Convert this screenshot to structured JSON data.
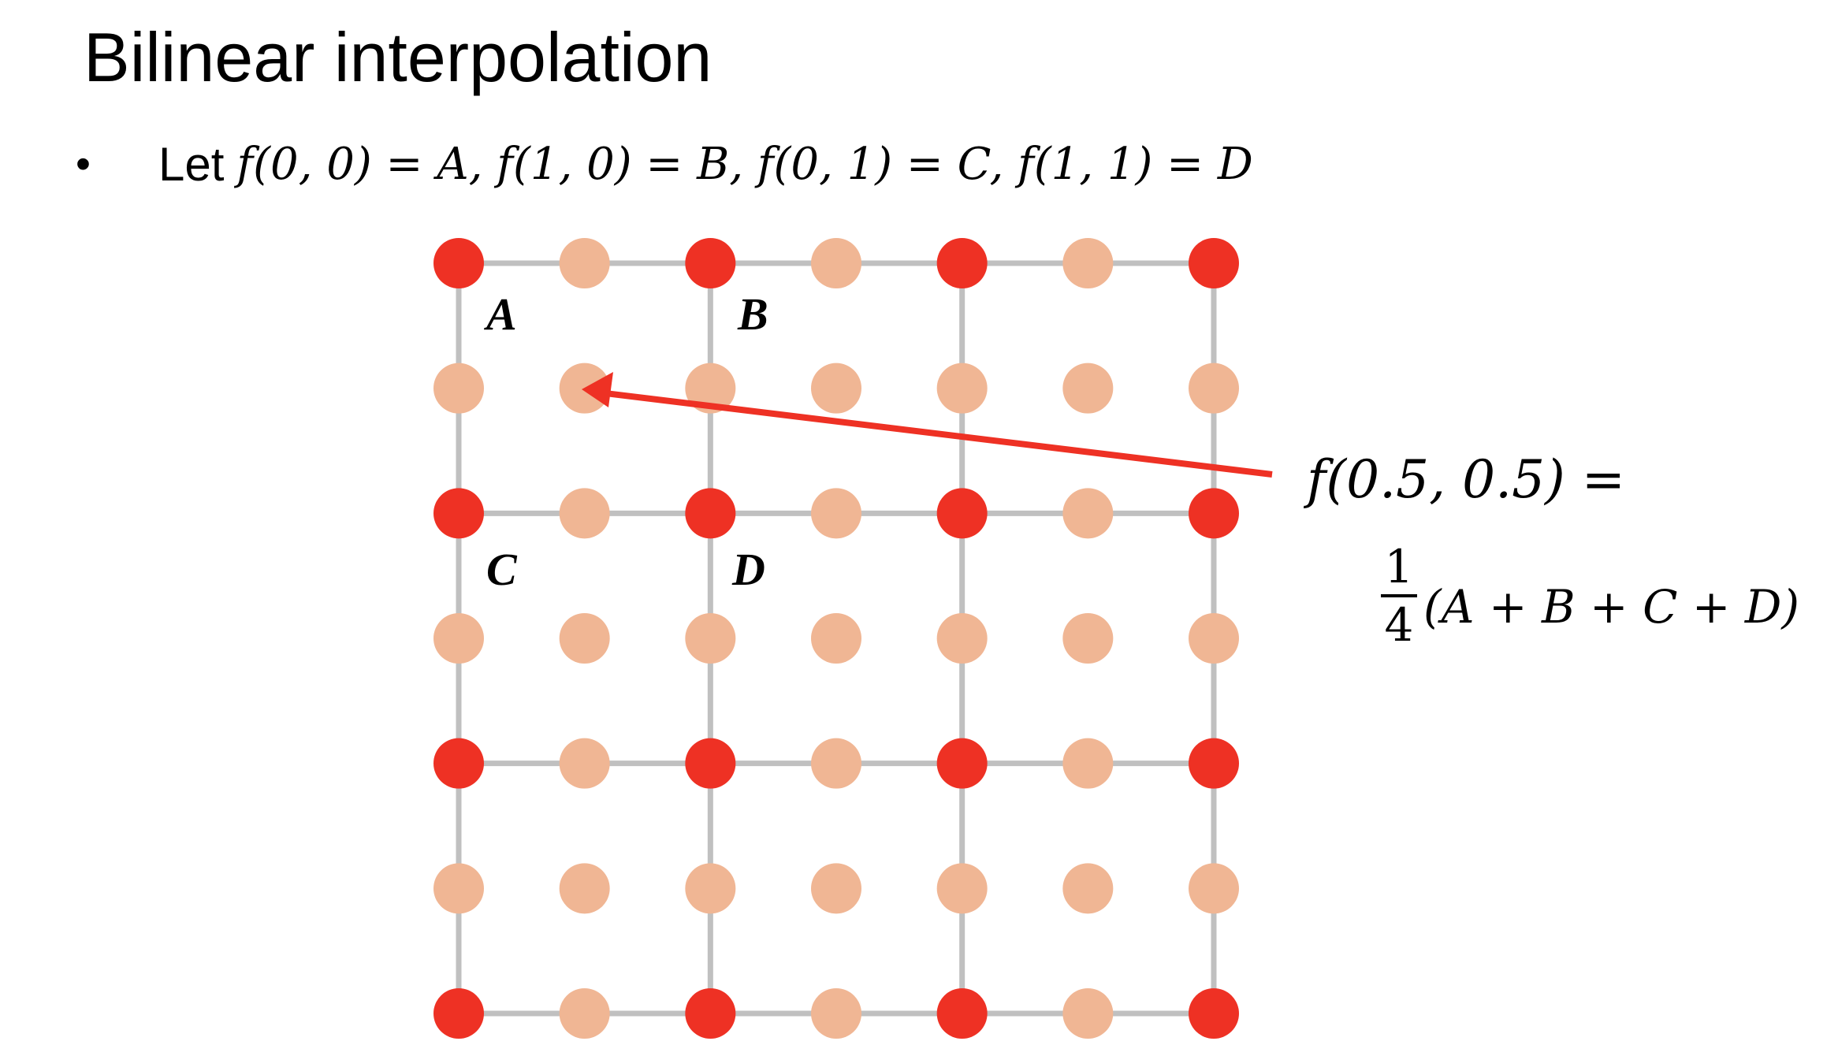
{
  "title": "Bilinear interpolation",
  "bullet": {
    "marker": "•",
    "lead": "Let",
    "math": "f(0, 0) = A, f(1, 0) = B, f(0, 1) = C, f(1, 1) = D"
  },
  "diagram": {
    "cell_labels": [
      "A",
      "B",
      "C",
      "D"
    ],
    "grid_cells": 3,
    "sample_points_per_axis": 7,
    "colors": {
      "grid_line": "#c0c0c0",
      "known_sample": "#ee3124",
      "interpolated_sample": "#f0b694",
      "arrow": "#ee3124"
    }
  },
  "formula": {
    "lhs": "f(0.5, 0.5) =",
    "fraction_numerator": "1",
    "fraction_denominator": "4",
    "rhs": "(A + B + C + D)"
  }
}
